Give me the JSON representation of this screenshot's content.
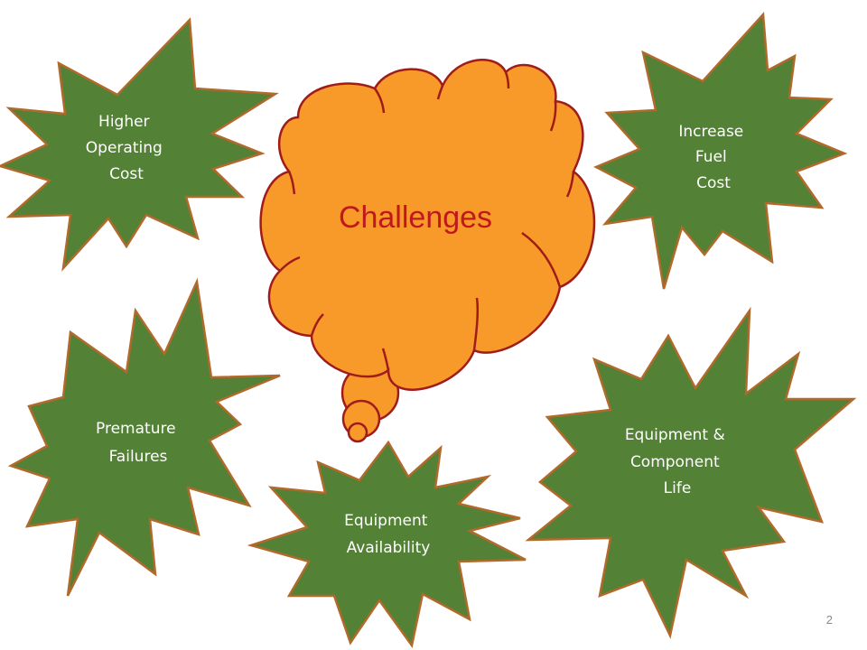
{
  "center": {
    "label": "Challenges"
  },
  "bursts": [
    {
      "id": "higher-operating-cost",
      "lines": [
        "Higher",
        "Operating",
        "Cost"
      ]
    },
    {
      "id": "increase-fuel-cost",
      "lines": [
        "Increase",
        "Fuel",
        "Cost"
      ]
    },
    {
      "id": "premature-failures",
      "lines": [
        "Premature",
        "Failures"
      ]
    },
    {
      "id": "equipment-availability",
      "lines": [
        "Equipment",
        "Availability"
      ]
    },
    {
      "id": "equipment-component-life",
      "lines": [
        "Equipment &",
        "Component",
        "Life"
      ]
    }
  ],
  "colors": {
    "burst_fill": "#538135",
    "burst_stroke": "#b06a2b",
    "cloud_fill": "#f79a2a",
    "cloud_stroke": "#a01c1c",
    "center_text": "#c0181d"
  },
  "page": {
    "number": "2"
  }
}
